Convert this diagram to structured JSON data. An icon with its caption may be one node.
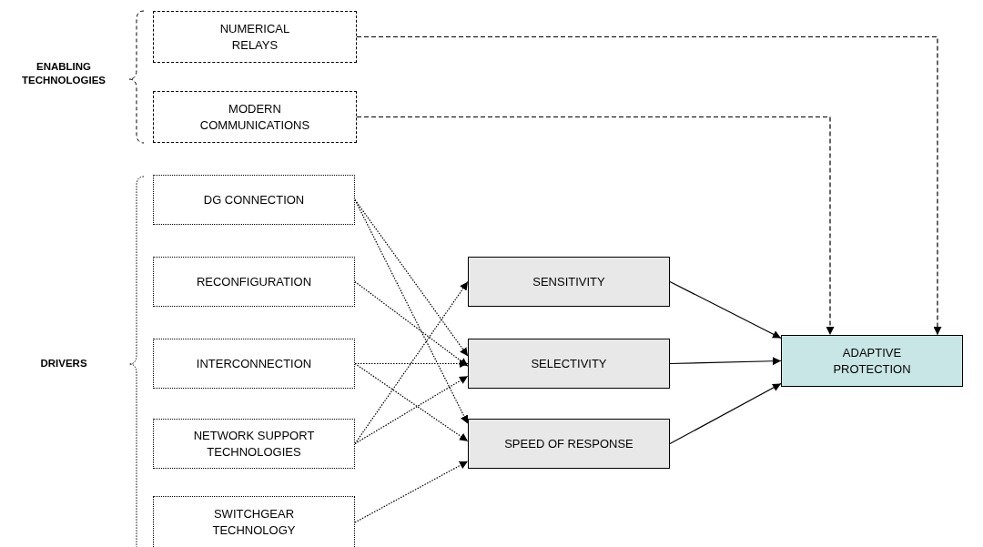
{
  "diagram": {
    "nodes": [
      {
        "text": [
          "NUMERICAL RELAYS"
        ]
      },
      {
        "text": [
          "MODERN COMMUNICATIONS"
        ]
      },
      {
        "text": [
          "DG CONNECTION"
        ]
      },
      {
        "text": [
          "RECONFIGURATION"
        ]
      },
      {
        "text": [
          "INTERCONNECTION"
        ]
      },
      {
        "text": [
          "NETWORK SUPPORT TECHNOLOGIES"
        ]
      },
      {
        "text": [
          "SWITCHGEAR TECHNOLOGY"
        ]
      },
      {
        "text": [
          "SENSITIVITY"
        ]
      },
      {
        "text": [
          "SELECTIVITY"
        ]
      },
      {
        "text": [
          "SPEED OF RESPONSE"
        ]
      },
      {
        "text": [
          "ADAPTIVE PROTECTION"
        ]
      }
    ],
    "edges": [
      {
        "from": 0,
        "to": 10,
        "arrow": "to",
        "style": "dashed"
      },
      {
        "from": 1,
        "to": 10,
        "arrow": "to",
        "style": "dashed"
      },
      {
        "from": 2,
        "to": 8,
        "arrow": "to",
        "style": "dashed"
      },
      {
        "from": 2,
        "to": 9,
        "arrow": "to",
        "style": "dashed"
      },
      {
        "from": 3,
        "to": 8,
        "arrow": "to",
        "style": "dashed"
      },
      {
        "from": 4,
        "to": 8,
        "arrow": "to",
        "style": "dashed"
      },
      {
        "from": 4,
        "to": 9,
        "arrow": "to",
        "style": "dashed"
      },
      {
        "from": 5,
        "to": 7,
        "arrow": "to",
        "style": "dashed"
      },
      {
        "from": 5,
        "to": 8,
        "arrow": "to",
        "style": "dashed"
      },
      {
        "from": 6,
        "to": 9,
        "arrow": "to",
        "style": "dashed"
      },
      {
        "from": 7,
        "to": 10,
        "arrow": "to"
      },
      {
        "from": 8,
        "to": 10,
        "arrow": "to"
      },
      {
        "from": 9,
        "to": 10,
        "arrow": "to"
      }
    ],
    "labels": [
      "ENABLING TECHNOLOGIES",
      "DRIVERS"
    ]
  }
}
